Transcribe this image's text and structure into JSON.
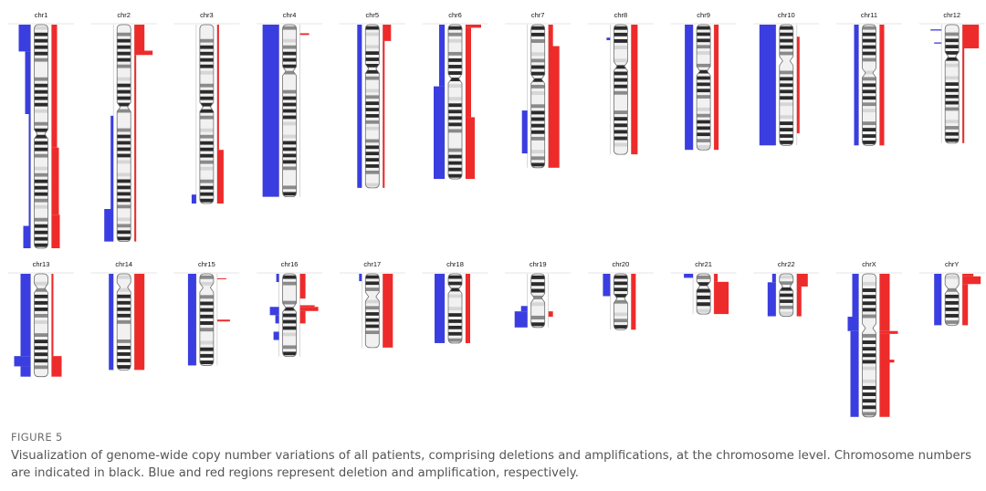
{
  "figure": {
    "chart_data": {
      "type": "karyogram",
      "colors": {
        "deletion": "#3a3ee0",
        "amplification": "#ee2b2b",
        "label": "#111111",
        "band_dark": "#2b2b2b",
        "band_mid": "#8a8a8a",
        "band_light": "#d6d6d6"
      },
      "chromosomes": [
        {
          "name": "chr1",
          "rel_length": 1.0,
          "centromere": 0.49,
          "del": [
            [
              0.0,
              0.12,
              0.65
            ],
            [
              0.12,
              0.4,
              0.3
            ],
            [
              0.4,
              0.9,
              0.1
            ],
            [
              0.9,
              1.0,
              0.4
            ]
          ],
          "amp": [
            [
              0.0,
              0.55,
              0.3
            ],
            [
              0.55,
              0.85,
              0.4
            ],
            [
              0.85,
              1.0,
              0.45
            ]
          ]
        },
        {
          "name": "chr2",
          "rel_length": 0.97,
          "centromere": 0.38,
          "del": [
            [
              0.42,
              0.85,
              0.15
            ],
            [
              0.85,
              1.0,
              0.5
            ]
          ],
          "amp": [
            [
              0.0,
              0.12,
              0.55
            ],
            [
              0.12,
              0.14,
              1.0
            ],
            [
              0.14,
              1.0,
              0.1
            ]
          ]
        },
        {
          "name": "chr3",
          "rel_length": 0.8,
          "centromere": 0.46,
          "del": [
            [
              0.95,
              1.0,
              0.25
            ]
          ],
          "amp": [
            [
              0.0,
              0.7,
              0.1
            ],
            [
              0.7,
              1.0,
              0.35
            ]
          ]
        },
        {
          "name": "chr4",
          "rel_length": 0.77,
          "centromere": 0.27,
          "del": [
            [
              0.0,
              1.0,
              0.9
            ]
          ],
          "amp": [
            [
              0.05,
              0.06,
              0.5
            ]
          ]
        },
        {
          "name": "chr5",
          "rel_length": 0.73,
          "centromere": 0.27,
          "del": [
            [
              0.0,
              1.0,
              0.25
            ]
          ],
          "amp": [
            [
              0.0,
              0.1,
              0.45
            ],
            [
              0.1,
              1.0,
              0.1
            ]
          ]
        },
        {
          "name": "chr6",
          "rel_length": 0.69,
          "centromere": 0.35,
          "del": [
            [
              0.0,
              0.4,
              0.3
            ],
            [
              0.4,
              1.0,
              0.6
            ]
          ],
          "amp": [
            [
              0.0,
              0.02,
              0.85
            ],
            [
              0.02,
              0.6,
              0.3
            ],
            [
              0.6,
              1.0,
              0.5
            ]
          ]
        },
        {
          "name": "chr7",
          "rel_length": 0.64,
          "centromere": 0.38,
          "del": [
            [
              0.6,
              0.9,
              0.3
            ]
          ],
          "amp": [
            [
              0.0,
              0.15,
              0.25
            ],
            [
              0.15,
              1.0,
              0.6
            ]
          ]
        },
        {
          "name": "chr8",
          "rel_length": 0.58,
          "centromere": 0.32,
          "del": [
            [
              0.1,
              0.12,
              0.2
            ]
          ],
          "amp": [
            [
              0.0,
              1.0,
              0.35
            ]
          ]
        },
        {
          "name": "chr9",
          "rel_length": 0.56,
          "centromere": 0.37,
          "del": [
            [
              0.0,
              1.0,
              0.45
            ]
          ],
          "amp": [
            [
              0.0,
              1.0,
              0.25
            ]
          ]
        },
        {
          "name": "chr10",
          "rel_length": 0.54,
          "centromere": 0.3,
          "del": [
            [
              0.0,
              1.0,
              0.9
            ]
          ],
          "amp": [
            [
              0.1,
              0.9,
              0.15
            ]
          ]
        },
        {
          "name": "chr11",
          "rel_length": 0.54,
          "centromere": 0.4,
          "del": [
            [
              0.0,
              1.0,
              0.25
            ]
          ],
          "amp": [
            [
              0.0,
              1.0,
              0.25
            ]
          ]
        },
        {
          "name": "chr12",
          "rel_length": 0.53,
          "centromere": 0.27,
          "del": [
            [
              0.04,
              0.05,
              0.6
            ],
            [
              0.15,
              0.16,
              0.4
            ]
          ],
          "amp": [
            [
              0.0,
              0.2,
              0.9
            ],
            [
              0.2,
              1.0,
              0.1
            ]
          ]
        },
        {
          "name": "chr13",
          "rel_length": 0.46,
          "centromere": 0.14,
          "del": [
            [
              0.0,
              0.8,
              0.55
            ],
            [
              0.8,
              0.9,
              0.9
            ],
            [
              0.9,
              1.0,
              0.55
            ]
          ],
          "amp": [
            [
              0.0,
              0.8,
              0.1
            ],
            [
              0.8,
              1.0,
              0.55
            ]
          ]
        },
        {
          "name": "chr14",
          "rel_length": 0.43,
          "centromere": 0.14,
          "del": [
            [
              0.0,
              1.0,
              0.25
            ]
          ],
          "amp": [
            [
              0.0,
              1.0,
              0.55
            ]
          ]
        },
        {
          "name": "chr15",
          "rel_length": 0.41,
          "centromere": 0.15,
          "del": [
            [
              0.0,
              1.0,
              0.45
            ]
          ],
          "amp": [
            [
              0.05,
              0.06,
              0.5
            ],
            [
              0.5,
              0.52,
              0.7
            ]
          ]
        },
        {
          "name": "chr16",
          "rel_length": 0.37,
          "centromere": 0.41,
          "del": [
            [
              0.0,
              0.1,
              0.15
            ],
            [
              0.4,
              0.5,
              0.5
            ],
            [
              0.5,
              0.6,
              0.2
            ],
            [
              0.7,
              0.8,
              0.3
            ]
          ],
          "amp": [
            [
              0.0,
              0.3,
              0.3
            ],
            [
              0.38,
              0.4,
              0.8
            ],
            [
              0.4,
              0.45,
              1.0
            ],
            [
              0.45,
              0.6,
              0.3
            ]
          ]
        },
        {
          "name": "chr17",
          "rel_length": 0.33,
          "centromere": 0.31,
          "del": [
            [
              0.0,
              0.1,
              0.15
            ]
          ],
          "amp": [
            [
              0.0,
              1.0,
              0.55
            ]
          ]
        },
        {
          "name": "chr18",
          "rel_length": 0.31,
          "centromere": 0.22,
          "del": [
            [
              0.0,
              1.0,
              0.55
            ]
          ],
          "amp": [
            [
              0.0,
              1.0,
              0.25
            ]
          ]
        },
        {
          "name": "chr19",
          "rel_length": 0.24,
          "centromere": 0.45,
          "del": [
            [
              0.6,
              0.7,
              0.35
            ],
            [
              0.7,
              1.0,
              0.7
            ]
          ],
          "amp": [
            [
              0.7,
              0.8,
              0.25
            ]
          ]
        },
        {
          "name": "chr20",
          "rel_length": 0.25,
          "centromere": 0.44,
          "del": [
            [
              0.0,
              0.4,
              0.4
            ]
          ],
          "amp": [
            [
              0.0,
              1.0,
              0.25
            ]
          ]
        },
        {
          "name": "chr21",
          "rel_length": 0.18,
          "centromere": 0.3,
          "del": [
            [
              0.0,
              0.1,
              0.5
            ]
          ],
          "amp": [
            [
              0.0,
              0.2,
              0.2
            ],
            [
              0.2,
              1.0,
              0.8
            ]
          ]
        },
        {
          "name": "chr22",
          "rel_length": 0.19,
          "centromere": 0.3,
          "del": [
            [
              0.0,
              0.2,
              0.2
            ],
            [
              0.2,
              1.0,
              0.45
            ]
          ],
          "amp": [
            [
              0.0,
              0.3,
              0.6
            ],
            [
              0.3,
              1.0,
              0.25
            ]
          ]
        },
        {
          "name": "chrX",
          "rel_length": 0.64,
          "centromere": 0.38,
          "del": [
            [
              0.0,
              0.3,
              0.35
            ],
            [
              0.3,
              0.4,
              0.6
            ],
            [
              0.4,
              1.0,
              0.45
            ]
          ],
          "amp": [
            [
              0.0,
              0.4,
              0.55
            ],
            [
              0.4,
              0.42,
              1.0
            ],
            [
              0.42,
              1.0,
              0.55
            ],
            [
              0.6,
              0.62,
              0.8
            ]
          ]
        },
        {
          "name": "chrY",
          "rel_length": 0.23,
          "centromere": 0.3,
          "del": [
            [
              0.0,
              1.0,
              0.4
            ]
          ],
          "amp": [
            [
              0.0,
              0.05,
              0.6
            ],
            [
              0.05,
              0.2,
              1.0
            ],
            [
              0.2,
              1.0,
              0.3
            ]
          ]
        }
      ]
    }
  },
  "caption": {
    "label": "FIGURE 5",
    "text": "Visualization of genome-wide copy number variations of all patients, comprising deletions and amplifications, at the chromosome level. Chromosome numbers are indicated in black. Blue and red regions represent deletion and amplification, respectively."
  }
}
